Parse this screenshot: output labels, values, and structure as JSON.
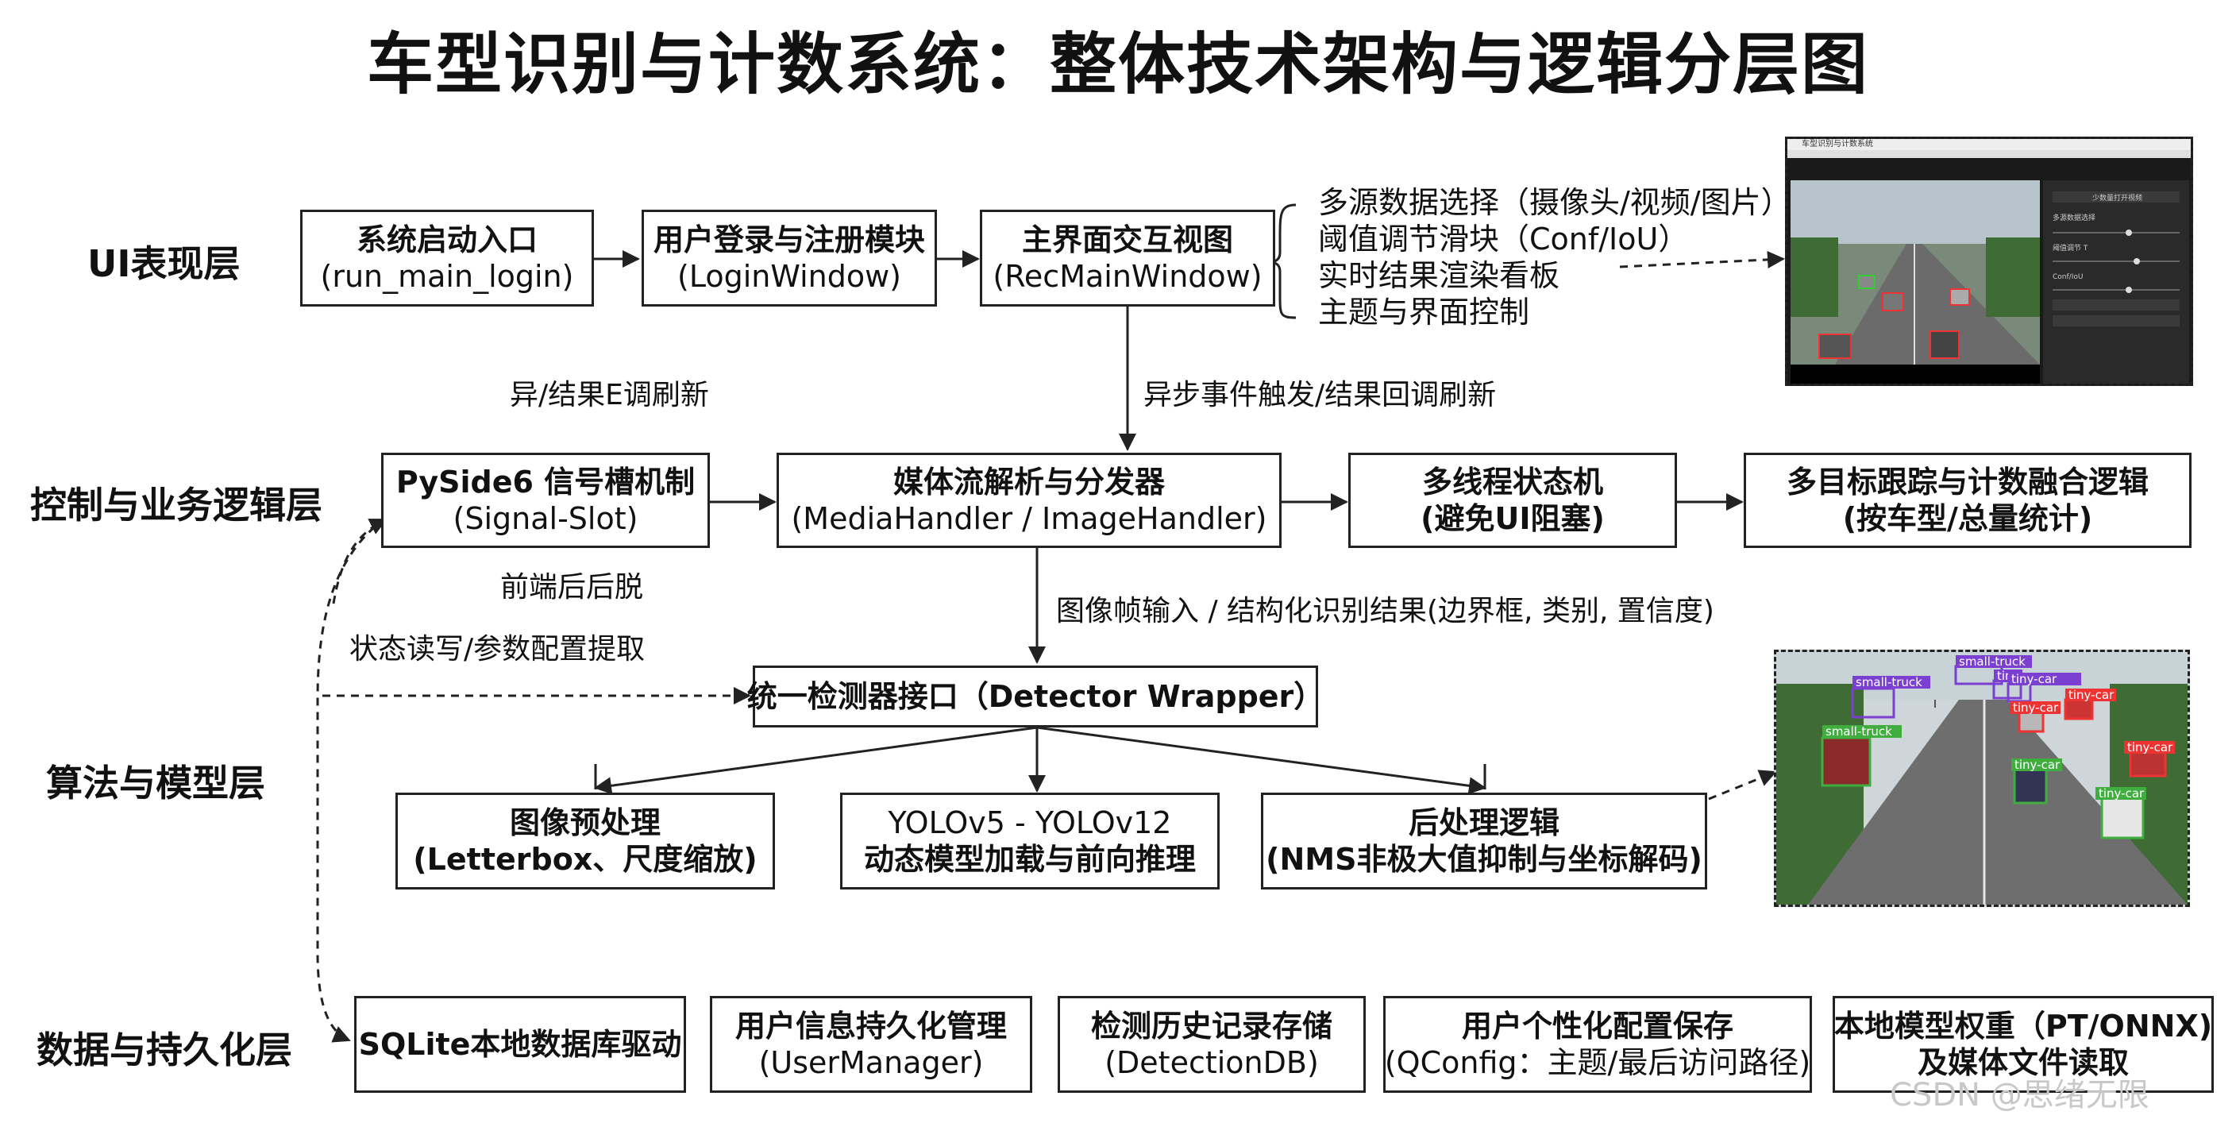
{
  "title": "车型识别与计数系统：整体技术架构与逻辑分层图",
  "layers": {
    "ui": "UI表现层",
    "control": "控制与业务逻辑层",
    "algorithm": "算法与模型层",
    "data": "数据与持久化层"
  },
  "ui_boxes": {
    "entry": {
      "line1": "系统启动入口",
      "line2": "(run_main_login)"
    },
    "login": {
      "line1": "用户登录与注册模块",
      "line2": "(LoginWindow)"
    },
    "main": {
      "line1": "主界面交互视图",
      "line2": "(RecMainWindow)"
    }
  },
  "ui_features": [
    "多源数据选择（摄像头/视频/图片）",
    "阈值调节滑块（Conf/IoU）",
    "实时结果渲染看板",
    "主题与界面控制"
  ],
  "control_boxes": {
    "signal": {
      "line1": "PySide6 信号槽机制",
      "line2": "(Signal-Slot)"
    },
    "media": {
      "line1": "媒体流解析与分发器",
      "line2": "(MediaHandler / ImageHandler)"
    },
    "thread": {
      "line1": "多线程状态机",
      "line2": "(避免UI阻塞)"
    },
    "tracking": {
      "line1": "多目标跟踪与计数融合逻辑",
      "line2": "(按车型/总量统计)"
    }
  },
  "algo_boxes": {
    "detector": "统一检测器接口（Detector Wrapper）",
    "preprocess": {
      "line1": "图像预处理",
      "line2": "(Letterbox、尺度缩放)"
    },
    "yolo": {
      "line1": "YOLOv5 - YOLOv12",
      "line2": "动态模型加载与前向推理"
    },
    "postprocess": {
      "line1": "后处理逻辑",
      "line2": "(NMS非极大值抑制与坐标解码)"
    }
  },
  "data_boxes": {
    "sqlite": "SQLite本地数据库驱动",
    "user": {
      "line1": "用户信息持久化管理",
      "line2": "(UserManager)"
    },
    "history": {
      "line1": "检测历史记录存储",
      "line2": "(DetectionDB)"
    },
    "config": {
      "line1": "用户个性化配置保存",
      "line2": "(QConfig：主题/最后访问路径)"
    },
    "model": {
      "line1": "本地模型权重（PT/ONNX)",
      "line2": "及媒体文件读取"
    }
  },
  "notes": {
    "async_left": "异/结果E调刷新",
    "async_main": "异步事件触发/结果回调刷新",
    "decouple": "前端后后脱",
    "state": "状态读写/参数配置提取",
    "frames": "图像帧输入 / 结构化识别结果(边界框, 类别, 置信度)"
  },
  "screenshot_app": {
    "window_title": "车型识别与计数系统",
    "panel_buttons": [
      "少数量打开视频",
      "",
      ""
    ],
    "panel_labels": [
      "多源数据选择",
      "阈值调节 T",
      "Conf/IoU"
    ]
  },
  "detection_labels": [
    "small-truck",
    "tiny",
    "small-truck",
    "small-truck",
    "tiny-car",
    "tiny-car",
    "tiny-car",
    "tiny-car",
    "tiny-car",
    "tiny-car"
  ],
  "watermark": "CSDN @思绪无限",
  "colors": {
    "border": "#222222",
    "dashed": "#222222",
    "road": "#6e6e6e",
    "tree": "#3f6b34"
  }
}
